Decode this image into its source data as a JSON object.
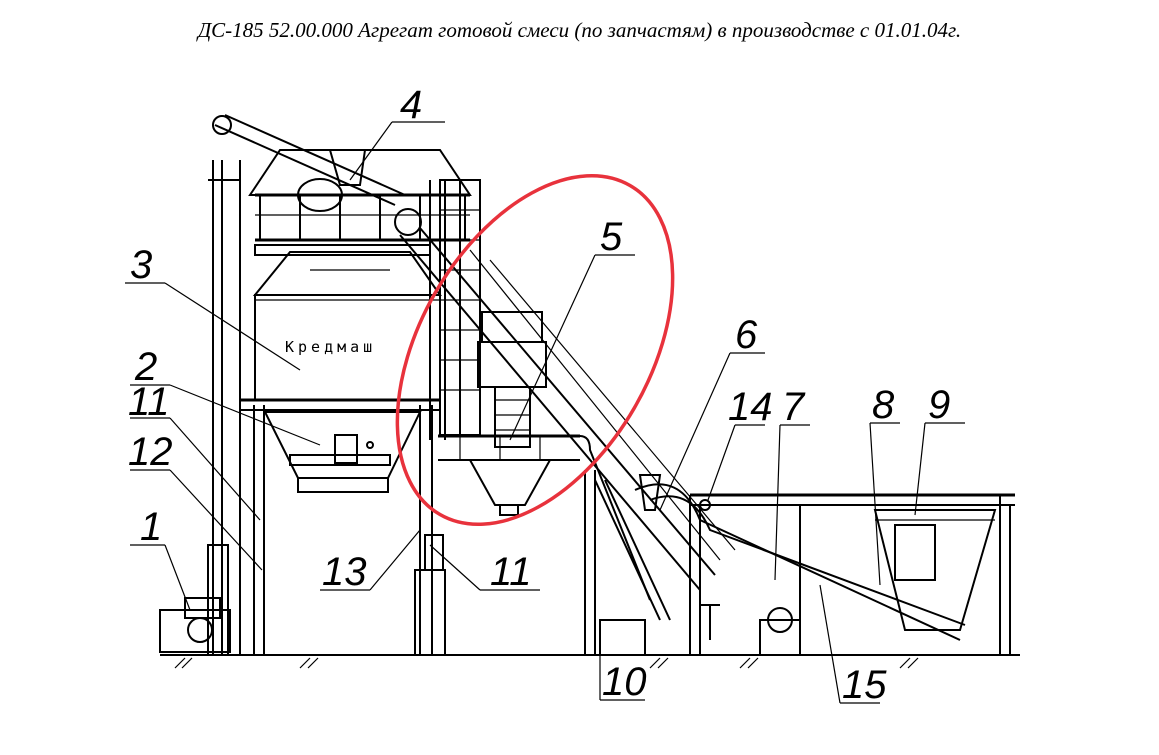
{
  "title": "ДС-185 52.00.000  Агрегат готовой смеси  (по запчастям) в производстве с 01.01.04г.",
  "brand": "Кредмаш",
  "labels": [
    "4",
    "3",
    "5",
    "6",
    "2",
    "11",
    "12",
    "14",
    "7",
    "8",
    "9",
    "1",
    "13",
    "11",
    "10",
    "15"
  ],
  "colors": {
    "line": "#000000",
    "highlight": "#e8323c"
  }
}
